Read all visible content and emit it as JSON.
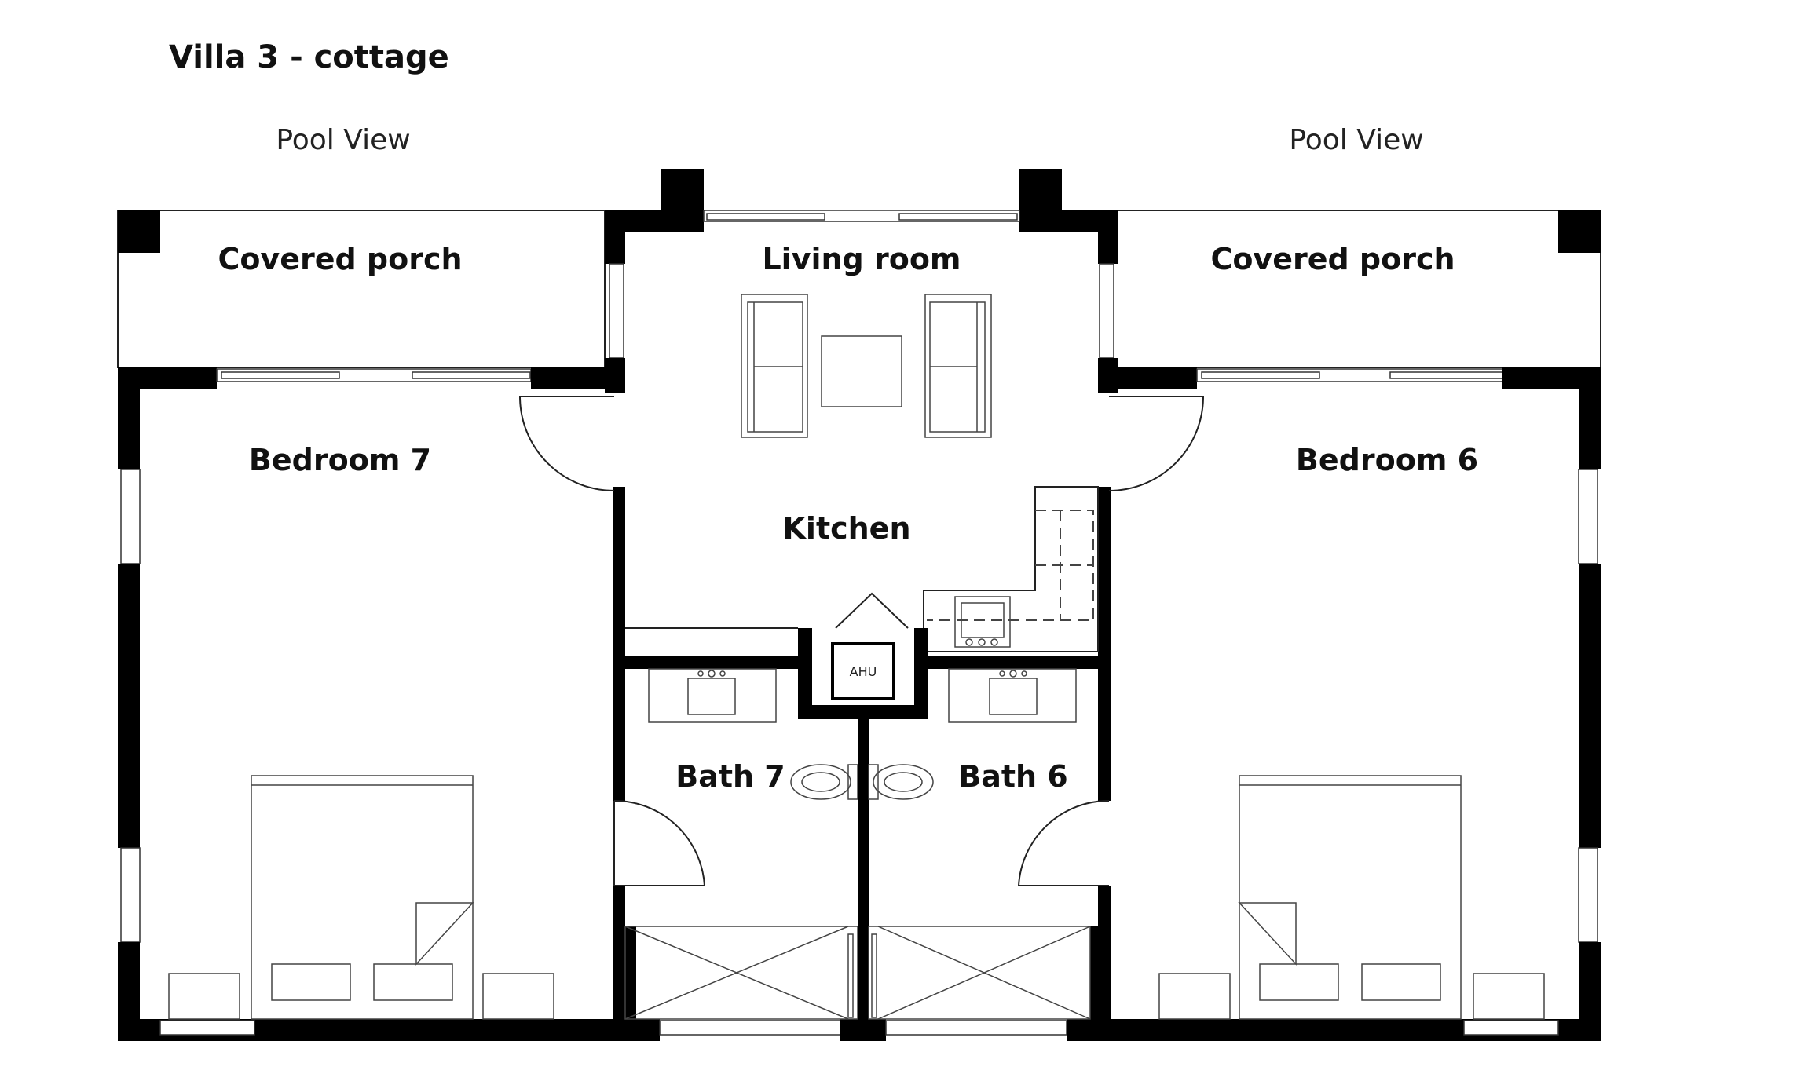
{
  "title": "Villa 3 - cottage",
  "views": {
    "left": "Pool View",
    "right": "Pool View"
  },
  "rooms": {
    "porch_left": "Covered porch",
    "porch_right": "Covered porch",
    "living": "Living room",
    "kitchen": "Kitchen",
    "bedroom_left": "Bedroom 7",
    "bedroom_right": "Bedroom 6",
    "bath_left": "Bath 7",
    "bath_right": "Bath 6",
    "ahu": "AHU"
  }
}
